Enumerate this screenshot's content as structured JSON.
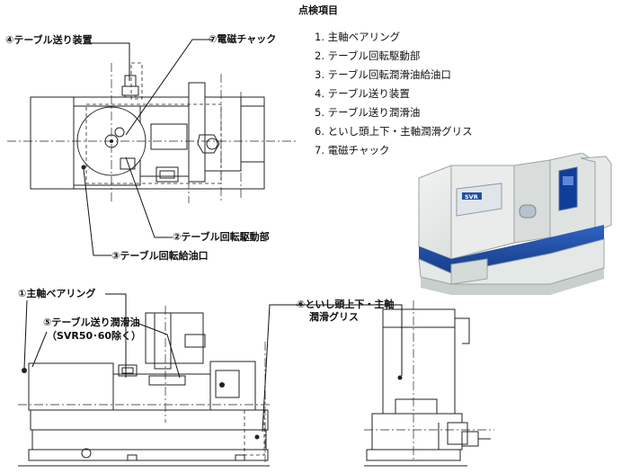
{
  "title": "点検項目",
  "legend": [
    "1. 主軸ベアリング",
    "2. テーブル回転駆動部",
    "3. テーブル回転潤滑油給油口",
    "4. テーブル送り装置",
    "5. テーブル送り潤滑油",
    "6. といし頭上下・主軸潤滑グリス",
    "7. 電磁チャック"
  ],
  "callouts": {
    "table_feed": "④テーブル送り装置",
    "chuck": "⑦電磁チャック",
    "rotary_drive": "②テーブル回転駆動部",
    "rotary_oil": "③テーブル回転給油口",
    "spindle_bearing": "①主軸ベアリング",
    "feed_oil_1": "⑤テーブル送り潤滑油",
    "feed_oil_2": "（SVR50･60除く）",
    "wheelhead_1": "⑥といし頭上下・主軸",
    "wheelhead_2": "潤滑グリス"
  },
  "photo": {
    "brand_label": "SVR"
  },
  "colors": {
    "line": "#222222",
    "machine_body": "#e4e8e6",
    "machine_blue": "#1f4fa8"
  }
}
